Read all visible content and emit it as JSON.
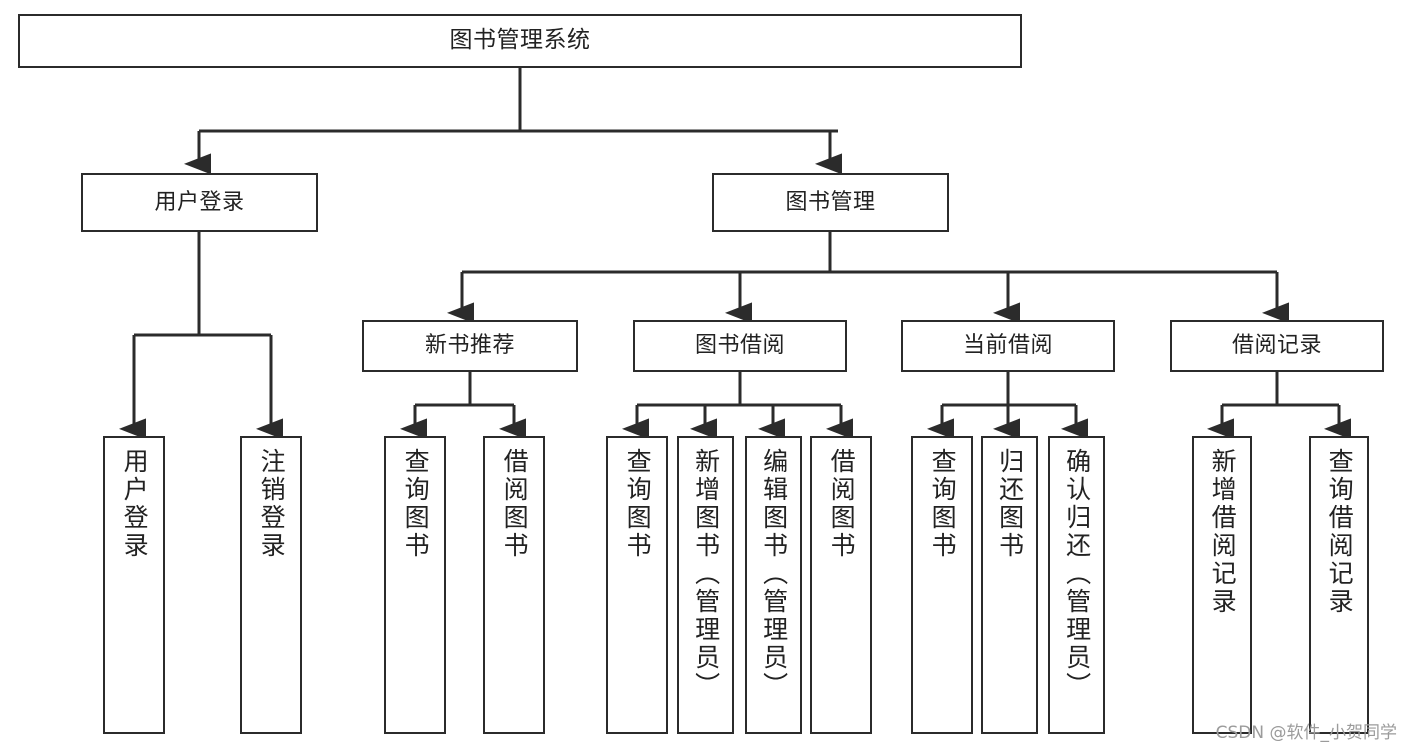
{
  "diagram": {
    "type": "tree",
    "title": "图书管理系统",
    "watermark": "CSDN @软件_小贺同学",
    "colors": {
      "background": "#ffffff",
      "box_fill": "#ffffff",
      "box_stroke": "#2b2b2b",
      "edge_stroke": "#2b2b2b",
      "text": "#222222",
      "watermark": "#9b9b9b"
    },
    "nodes": {
      "root": {
        "label": "图书管理系统"
      },
      "level1": [
        {
          "label": "用户登录"
        },
        {
          "label": "图书管理"
        }
      ],
      "level2": [
        {
          "label": "新书推荐"
        },
        {
          "label": "图书借阅"
        },
        {
          "label": "当前借阅"
        },
        {
          "label": "借阅记录"
        }
      ],
      "leaves": {
        "user_login": [
          {
            "label": "用户登录"
          },
          {
            "label": "注销登录"
          }
        ],
        "new_book_recommend": [
          {
            "label": "查询图书"
          },
          {
            "label": "借阅图书"
          }
        ],
        "book_borrow": [
          {
            "label": "查询图书"
          },
          {
            "label": "新增图书（管理员）"
          },
          {
            "label": "编辑图书（管理员）"
          },
          {
            "label": "借阅图书"
          }
        ],
        "current_borrow": [
          {
            "label": "查询图书"
          },
          {
            "label": "归还图书"
          },
          {
            "label": "确认归还（管理员）"
          }
        ],
        "borrow_record": [
          {
            "label": "新增借阅记录"
          },
          {
            "label": "查询借阅记录"
          }
        ]
      }
    }
  }
}
